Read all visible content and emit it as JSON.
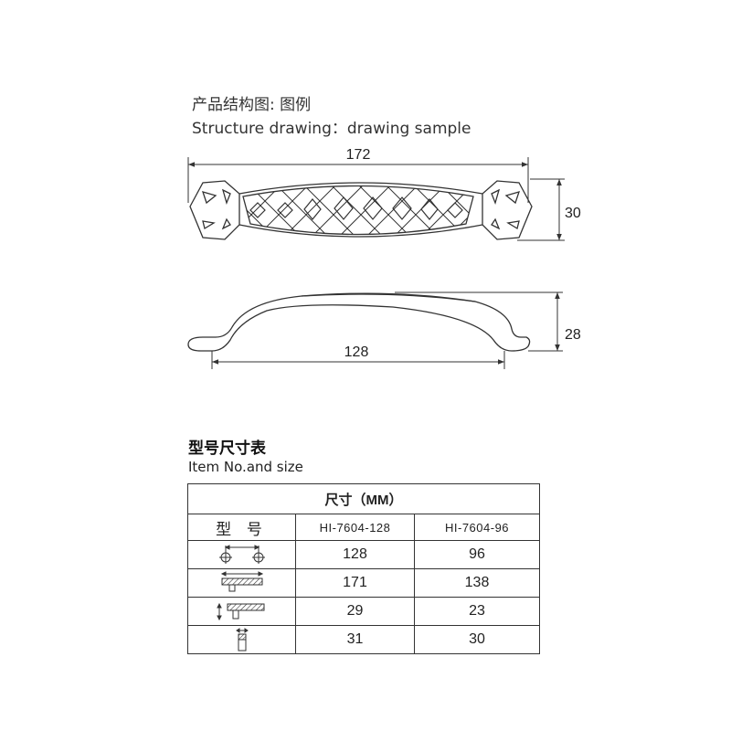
{
  "header": {
    "title_cn": "产品结构图: 图例",
    "title_en": "Structure drawing：drawing sample"
  },
  "drawing": {
    "top_view": {
      "overall_length": "172",
      "height": "30"
    },
    "side_view": {
      "hole_spacing": "128",
      "height": "28"
    }
  },
  "table": {
    "title_cn": "型号尺寸表",
    "title_en": "Item No.and size",
    "header": "尺寸（MM）",
    "model_label": "型 号",
    "models": [
      "HI-7604-128",
      "HI-7604-96"
    ],
    "rows": [
      {
        "icon": "hole-spacing-icon",
        "values": [
          "128",
          "96"
        ]
      },
      {
        "icon": "overall-length-icon",
        "values": [
          "171",
          "138"
        ]
      },
      {
        "icon": "height-icon",
        "values": [
          "29",
          "23"
        ]
      },
      {
        "icon": "width-icon",
        "values": [
          "31",
          "30"
        ]
      }
    ]
  },
  "colors": {
    "line": "#333333",
    "background": "#ffffff"
  }
}
